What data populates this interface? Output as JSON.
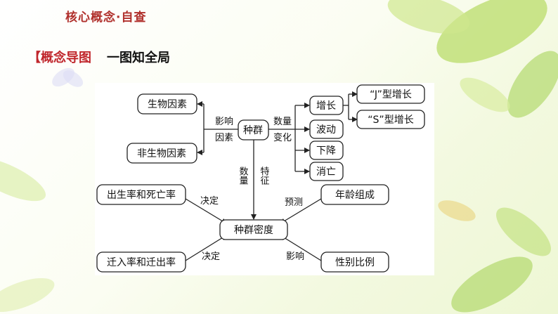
{
  "header": {
    "title": "核心概念·自查"
  },
  "section": {
    "bracket": "【",
    "red_label": "概念导图",
    "black_label": "一图知全局"
  },
  "diagram": {
    "center": "种群",
    "density": "种群密度",
    "factors": {
      "biotic": "生物因素",
      "abiotic": "非生物因素"
    },
    "edge_labels": {
      "influence_factors": [
        "影响",
        "因素"
      ],
      "quantity_change": [
        "数量",
        "变化"
      ],
      "quantity_feature": [
        "数量",
        "特征"
      ],
      "decide_top": "决定",
      "decide_bottom": "决定",
      "predict": "预测",
      "affect": "影响"
    },
    "changes": {
      "grow": "增长",
      "fluctuate": "波动",
      "decline": "下降",
      "extinct": "消亡"
    },
    "growth_types": {
      "j": "“J”型增长",
      "s": "“S”型增长"
    },
    "left_nodes": {
      "birth_death": "出生率和死亡率",
      "immigration_emigration": "迁入率和迁出率"
    },
    "right_nodes": {
      "age_structure": "年龄组成",
      "sex_ratio": "性别比例"
    }
  },
  "colors": {
    "header_red": "#b0302c",
    "heading_red": "#c0262c",
    "line": "#222222"
  }
}
